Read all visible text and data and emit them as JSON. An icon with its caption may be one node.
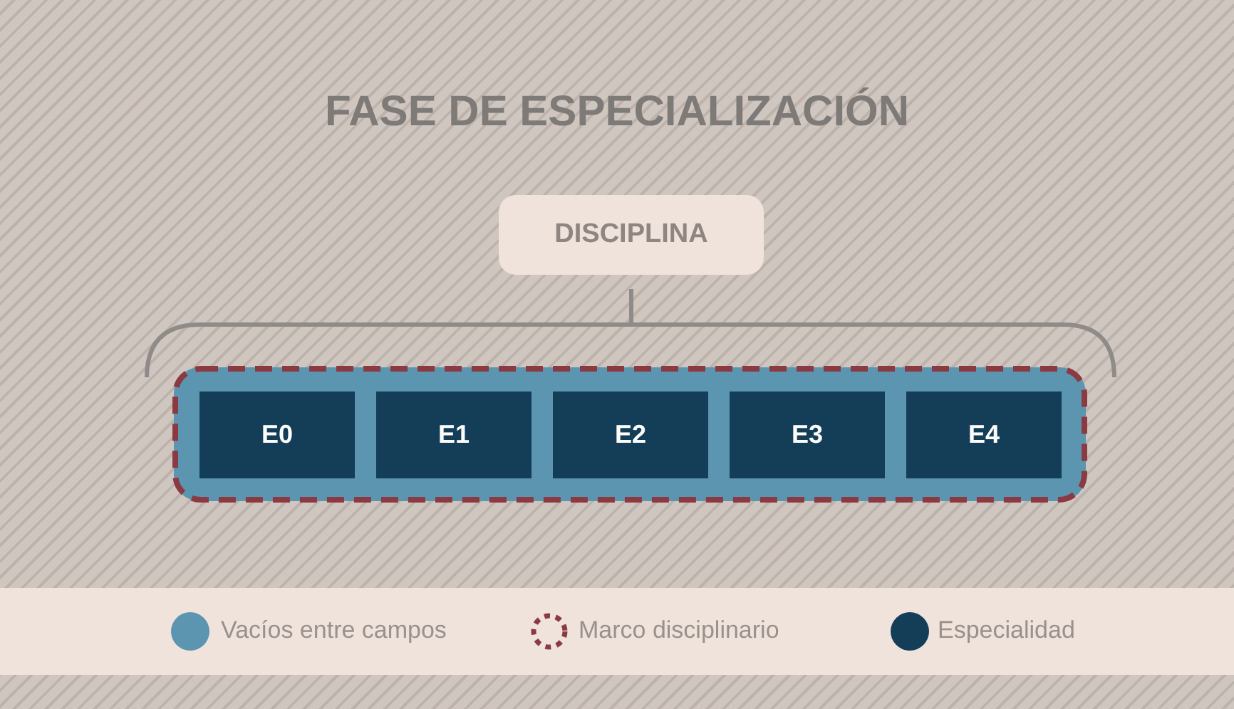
{
  "diagram": {
    "title": "FASE DE ESPECIALIZACIÓN",
    "nodes": [
      {
        "text": [
          "DISCIPLINA"
        ]
      },
      {
        "text": [],
        "shape": "box"
      },
      {
        "text": [
          "E0"
        ],
        "in": 1
      },
      {
        "text": [
          "E1"
        ],
        "in": 1
      },
      {
        "text": [
          "E2"
        ],
        "in": 1
      },
      {
        "text": [
          "E3"
        ],
        "in": 1
      },
      {
        "text": [
          "E4"
        ],
        "in": 1
      }
    ],
    "legend": [
      {
        "text": "Vacíos entre campos",
        "color": "#5b95b0"
      },
      {
        "text": "Marco disciplinario"
      },
      {
        "text": "Especialidad",
        "color": "#143d58"
      }
    ]
  }
}
